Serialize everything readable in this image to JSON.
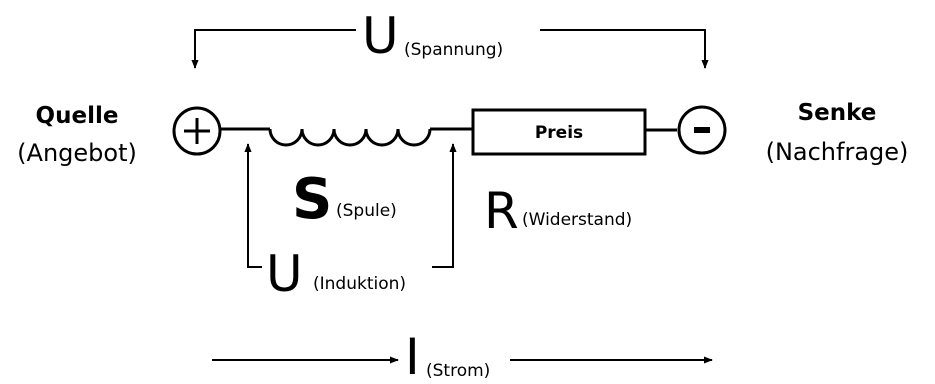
{
  "source": {
    "title": "Quelle",
    "subtitle": "(Angebot)",
    "symbol": "+"
  },
  "sink": {
    "title": "Senke",
    "subtitle": "(Nachfrage)",
    "symbol": "-"
  },
  "voltage": {
    "symbol": "U",
    "label": "(Spannung)"
  },
  "coil": {
    "symbol": "S",
    "label": "(Spule)"
  },
  "resistor": {
    "symbol": "R",
    "label": "(Widerstand)",
    "box_text": "Preis"
  },
  "induction": {
    "symbol": "U",
    "label": "(Induktion)"
  },
  "current": {
    "symbol": "I",
    "label": "(Strom)"
  },
  "icons": {
    "plus": "plus-circle-icon",
    "minus": "minus-circle-icon",
    "arrow": "arrow-icon"
  }
}
